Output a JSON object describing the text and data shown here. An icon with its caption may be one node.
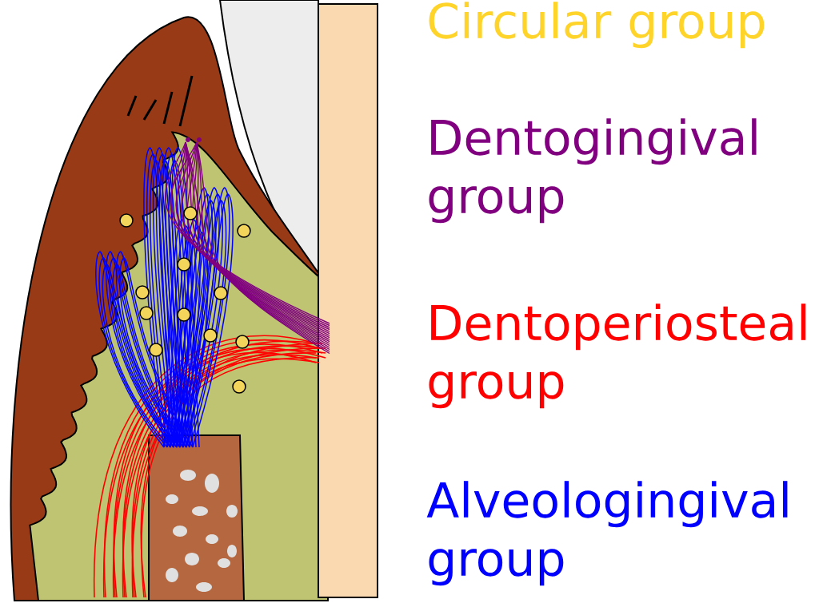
{
  "diagram": {
    "labels": [
      "Circular group",
      "Dentogingival group",
      "Dentoperiosteal group",
      "Alveologingival group"
    ]
  }
}
